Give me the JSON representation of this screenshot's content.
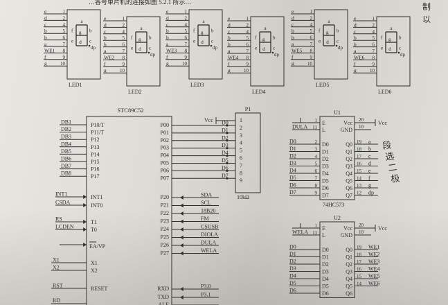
{
  "page_header": {
    "caption_fragment": "…各号单片机的连接如图 5.2.1 所示…",
    "side_chars": [
      "制",
      "以"
    ]
  },
  "led_digits": [
    {
      "label": "LED1",
      "pins": [
        "e",
        "d",
        "c",
        "b",
        "a",
        "f",
        "g"
      ],
      "pin_nums": [
        "1",
        "2",
        "4",
        "5",
        "6",
        "7",
        "9",
        "10"
      ],
      "common": "WE1",
      "common_pin": "8"
    },
    {
      "label": "LED2",
      "pins": [
        "e",
        "d",
        "c",
        "b",
        "a",
        "f",
        "g"
      ],
      "common": "WE2"
    },
    {
      "label": "LED3",
      "pins": [
        "e",
        "d",
        "c",
        "b",
        "a",
        "f",
        "g"
      ],
      "common": "WE3"
    },
    {
      "label": "LED4",
      "pins": [
        "e",
        "d",
        "c",
        "b",
        "a",
        "f",
        "g"
      ],
      "common": "WE4"
    },
    {
      "label": "LED5",
      "pins": [
        "e",
        "d",
        "c",
        "b",
        "a",
        "f",
        "g"
      ],
      "common": "WE5"
    },
    {
      "label": "LED6",
      "pins": [
        "e",
        "d",
        "c",
        "b",
        "a",
        "f",
        "g"
      ],
      "common": "WE6"
    }
  ],
  "segment_letters": {
    "a": "a",
    "b": "b",
    "c": "c",
    "d": "d",
    "e": "e",
    "f": "f",
    "g": "g",
    "dp": "dp"
  },
  "pin_rows": [
    {
      "name": "e",
      "num": "1"
    },
    {
      "name": "d",
      "num": "2"
    },
    {
      "name": "c",
      "num": "4"
    },
    {
      "name": "b",
      "num": "5"
    },
    {
      "name": "b",
      "num": "6"
    },
    {
      "name": "a",
      "num": "7"
    },
    {
      "name": "WE",
      "num": "8"
    },
    {
      "name": "f",
      "num": "9"
    },
    {
      "name": "g",
      "num": "10"
    }
  ],
  "mcu": {
    "title": "STC89C52",
    "left_nets": [
      "DB1",
      "DB2",
      "DB3",
      "DB4",
      "DB5",
      "DB6",
      "DB7",
      "DB8"
    ],
    "left_pins": [
      "P10/T",
      "P11/T",
      "P12",
      "P13",
      "P14",
      "P15",
      "P16",
      "P17"
    ],
    "mid_nets": [
      "INT1",
      "CSDA",
      "RS",
      "LCDEN"
    ],
    "mid_pins": [
      "INT1",
      "INT0",
      "T1",
      "T0"
    ],
    "ea": "EA/VP",
    "x_nets": [
      "X1",
      "X2"
    ],
    "x_pins": [
      "X1",
      "X2"
    ],
    "rst_net": "RST",
    "rst_pin": "RESET",
    "rd_net": "RD",
    "p0_pins": [
      "P00",
      "P01",
      "P02",
      "P03",
      "P04",
      "P05",
      "P06",
      "P07"
    ],
    "p2_pins": [
      "P20",
      "P21",
      "P22",
      "P23",
      "P24",
      "P25",
      "P26",
      "P27"
    ],
    "p2_nets": [
      "SDA",
      "SCL",
      "18B20",
      "FM",
      "CSUSB",
      "DIOLA",
      "DULA",
      "WELA"
    ],
    "rxd": "RXD",
    "txd": "TXD",
    "rx_net": "P3.0",
    "tx_net": "P3.1",
    "ale": "ALE"
  },
  "p1": {
    "title": "P1",
    "vcc": "Vcc",
    "nets": [
      "D0",
      "D1",
      "D2",
      "D3",
      "D4",
      "D5",
      "D6",
      "D7"
    ],
    "nums": [
      "1",
      "2",
      "3",
      "4",
      "5",
      "6",
      "7",
      "8",
      "9"
    ],
    "value": "10kΩ"
  },
  "u1": {
    "title": "U1",
    "part": "74HC573",
    "ctrl": [
      {
        "net": "",
        "pin": "1",
        "name": "E"
      },
      {
        "net": "DULA",
        "pin": "11",
        "name": "L"
      }
    ],
    "vcc_pin": "20",
    "gnd_pin": "10",
    "vcc": "Vcc",
    "gnd": "GND",
    "in_nets": [
      "D0",
      "D1",
      "D2",
      "D3",
      "D4",
      "D5",
      "D6",
      "D7"
    ],
    "in_nums": [
      "2",
      "3",
      "4",
      "5",
      "6",
      "7",
      "8",
      "9"
    ],
    "d_pins": [
      "D0",
      "D1",
      "D2",
      "D3",
      "D4",
      "D5",
      "D6",
      "D7"
    ],
    "q_pins": [
      "Q0",
      "Q1",
      "Q2",
      "Q3",
      "Q4",
      "Q5",
      "Q6",
      "Q7"
    ],
    "out_nums": [
      "19",
      "18",
      "17",
      "16",
      "15",
      "14",
      "13",
      "12"
    ],
    "out_nets": [
      "a",
      "b",
      "c",
      "d",
      "e",
      "f",
      "g",
      "dp"
    ],
    "note": "段选二极"
  },
  "u2": {
    "title": "U2",
    "ctrl": [
      {
        "net": "",
        "pin": "1",
        "name": "E"
      },
      {
        "net": "WELA",
        "pin": "11",
        "name": "L"
      }
    ],
    "vcc_pin": "20",
    "gnd_pin": "10",
    "vcc": "Vcc",
    "gnd": "GND",
    "in_nets": [
      "D0",
      "D1",
      "D2",
      "D3",
      "D4",
      "D5",
      "D6"
    ],
    "d_pins": [
      "D0",
      "D1",
      "D2",
      "D3",
      "D4",
      "D5",
      "D6"
    ],
    "q_pins": [
      "Q0",
      "Q1",
      "Q2",
      "Q3",
      "Q4",
      "Q5",
      "Q6"
    ],
    "out_nums": [
      "19",
      "18",
      "17",
      "16",
      "15",
      "14"
    ],
    "out_nets": [
      "WE1",
      "WE2",
      "WE3",
      "WE4",
      "WE5",
      "WE6"
    ]
  }
}
